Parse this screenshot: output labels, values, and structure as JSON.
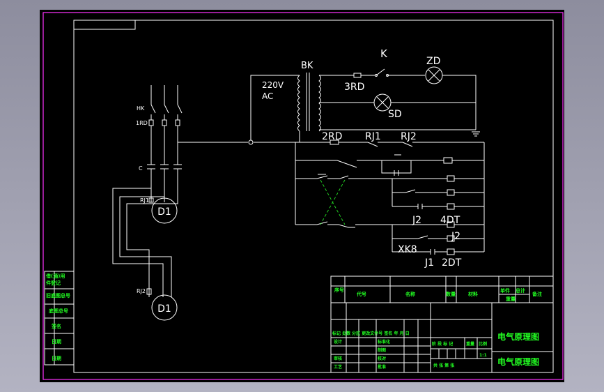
{
  "viewport": {
    "background": "#000000",
    "frame_color": "#ff33ff",
    "line_color": "#ffffff",
    "text_color_tb": "#22ff22"
  },
  "labels": {
    "bk": "BK",
    "k": "K",
    "zd": "ZD",
    "rd3": "3RD",
    "sd": "SD",
    "v220": "220V",
    "ac": "AC",
    "rd2": "2RD",
    "rj1": "RJ1",
    "rj2": "RJ2",
    "hk": "HK",
    "rd1": "1RD",
    "c": "C",
    "rj1_small": "RJ1",
    "rj2_small": "RJ2",
    "d1_top": "D1",
    "d1_bottom": "D1",
    "j2_a": "J2",
    "dt4": "4DT",
    "j2_b": "J2",
    "xk8": "XK8",
    "j1": "J1",
    "dt2": "2DT"
  },
  "side_panel": {
    "row1_a": "借(通)用",
    "row1_b": "件登记",
    "row2": "旧底图总号",
    "row3": "底图总号",
    "row4": "签名",
    "row5": "日期",
    "row6": "日期"
  },
  "title_block": {
    "col_seq": "序号",
    "col_code": "代号",
    "col_name": "名称",
    "col_qty": "数量",
    "col_material": "材料",
    "col_unit": "单件",
    "col_total": "总计",
    "col_weight": "重量",
    "col_remark": "备注",
    "drawing_title_1": "电气原理图",
    "drawing_title_2": "电气原理图",
    "rev_row": "标记 处数 分区 更改文件号 签名 年 月 日",
    "design": "设计",
    "standard": "标准化",
    "check": "审核",
    "process": "工艺",
    "drafting": "制图",
    "proofread": "校对",
    "approve": "批准",
    "stage": "阶 段 标 记",
    "weight": "重量",
    "scale": "比例",
    "scale_value": "1:1",
    "sheets": "共 张 第 张"
  }
}
